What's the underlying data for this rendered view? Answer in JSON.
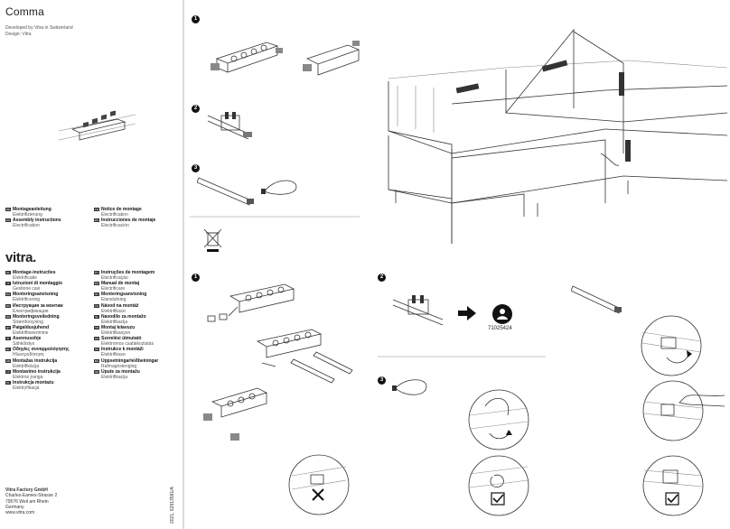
{
  "header": {
    "title": "Comma",
    "developed": "Developed by Vitra in Switzerland",
    "design": "Design: Vitra"
  },
  "languages_top": [
    {
      "code": "DE",
      "title": "Montageanleitung",
      "sub": "Elektrifizierung"
    },
    {
      "code": "EN",
      "title": "Assembly instructions",
      "sub": "Electrification"
    },
    {
      "code": "FR",
      "title": "Notice de montage",
      "sub": "Electrification"
    },
    {
      "code": "ES",
      "title": "Instrucciones de montaje",
      "sub": "Electrificación"
    }
  ],
  "brand": {
    "logo": "vitra."
  },
  "languages_left": [
    {
      "code": "NL",
      "title": "Montage-instructies",
      "sub": "Elektrificatie"
    },
    {
      "code": "IT",
      "title": "Istruzioni di montaggio",
      "sub": "Gestione cavi"
    },
    {
      "code": "DA",
      "title": "Monteringsanvisning",
      "sub": "Elektrificering"
    },
    {
      "code": "RU",
      "title": "Инструкция за монтаж",
      "sub": "Електрификация"
    },
    {
      "code": "NO",
      "title": "Monteringsveiledning",
      "sub": "Strømforsyning"
    },
    {
      "code": "ET",
      "title": "Paigaldusjuhend",
      "sub": "Elektrifitseerimine"
    },
    {
      "code": "FI",
      "title": "Asennusohje",
      "sub": "Sähköistys"
    },
    {
      "code": "EL",
      "title": "Οδηγίες συναρμολόγησης",
      "sub": "Ηλεκτροδότηση"
    },
    {
      "code": "HR",
      "title": "Montažas instrukcija",
      "sub": "Elektrifikācija"
    },
    {
      "code": "LT",
      "title": "Montavimo instrukcija",
      "sub": "Elektros įranga"
    },
    {
      "code": "PL",
      "title": "Instrukcja montażu",
      "sub": "Elektryfikacja"
    }
  ],
  "languages_right": [
    {
      "code": "PT",
      "title": "Instruções de montagem",
      "sub": "Electrificação"
    },
    {
      "code": "RO",
      "title": "Manual de montaj",
      "sub": "Electrificare"
    },
    {
      "code": "SV",
      "title": "Monteringsanvisning",
      "sub": "Elanslutning"
    },
    {
      "code": "CS",
      "title": "Návod na montáž",
      "sub": "Elektrifikace"
    },
    {
      "code": "SL",
      "title": "Navodilo za montažo",
      "sub": "Elektrifikacija"
    },
    {
      "code": "TR",
      "title": "Montaj kılavuzu",
      "sub": "Elektrifikasyon"
    },
    {
      "code": "HU",
      "title": "Szerelési útmutató",
      "sub": "Elektromos csatlakoztatás"
    },
    {
      "code": "SK",
      "title": "Instrukce k montáži",
      "sub": "Elektrifikace"
    },
    {
      "code": "BG",
      "title": "Uppsetningarleiðbeiningar",
      "sub": "Rafmagnstenging"
    },
    {
      "code": "SR",
      "title": "Upute za montažu",
      "sub": "Elektrifikacija"
    }
  ],
  "footer": {
    "company": "Vitra Factory GmbH",
    "street": "Charles-Eames-Strasse 2",
    "city": "79576 Weil am Rhein",
    "country": "Germany",
    "web": "www.vitra.com"
  },
  "doc_id": "2021, 62913581/A",
  "steps_top": [
    "1",
    "2",
    "3"
  ],
  "steps_bottom": [
    "1",
    "2",
    "3"
  ],
  "article_code": "71025424"
}
